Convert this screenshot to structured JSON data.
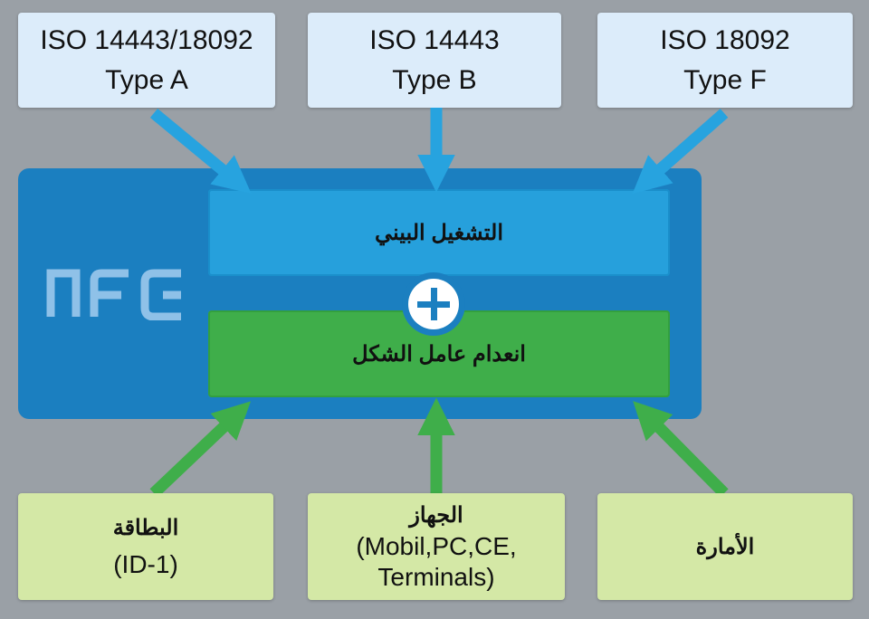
{
  "standards": [
    {
      "line1": "ISO 14443/18092",
      "line2": "Type A"
    },
    {
      "line1": "ISO 14443",
      "line2": "Type B"
    },
    {
      "line1": "ISO 18092",
      "line2": "Type F"
    }
  ],
  "nfc_logo_text": "NFC",
  "interoperability_label": "التشغيل البيني",
  "form_factor_label": "انعدام عامل الشكل",
  "form_factors": {
    "card": {
      "line1": "البطاقة",
      "line2": "(ID-1)"
    },
    "device": {
      "line1": "الجهاز",
      "line2": "(Mobil,PC,CE,",
      "line3": "Terminals)"
    },
    "token": {
      "line1": "الأمارة"
    }
  },
  "colors": {
    "background": "#9aa0a6",
    "nfc_panel": "#1b7fc0",
    "interop_bar": "#26a0dc",
    "form_bar": "#3fae4a",
    "top_box": "#dcecfa",
    "bottom_box": "#d4e8a6",
    "arrow_blue": "#27a3df",
    "arrow_green": "#3fae4a"
  },
  "icons": {
    "plus": "plus-icon",
    "logo": "nfc-logo"
  }
}
